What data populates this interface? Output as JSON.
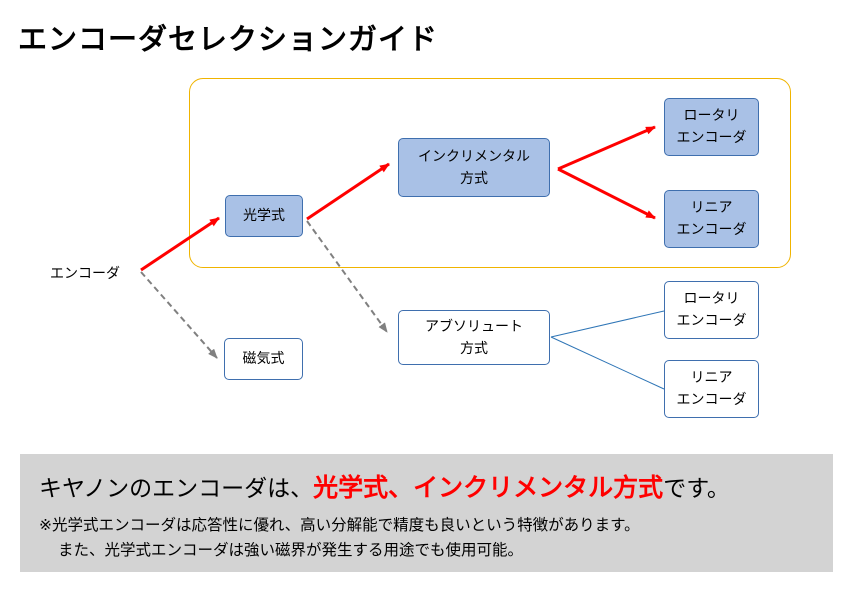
{
  "title": "エンコーダセレクションガイド",
  "colors": {
    "highlight_arrow": "#ff0000",
    "dashed_arrow": "#808080",
    "branch_line": "#2e75b6",
    "group_border": "#f0b400",
    "node_fill": "#a9c1e6",
    "info_background": "#d3d3d3"
  },
  "nodes": {
    "encoder": "エンコーダ",
    "optical": "光学式",
    "magnetic": "磁気式",
    "incremental": "インクリメンタル\n方式",
    "absolute": "アブソリュート\n方式",
    "inc_rotary": "ロータリ\nエンコーダ",
    "inc_linear": "リニア\nエンコーダ",
    "abs_rotary": "ロータリ\nエンコーダ",
    "abs_linear": "リニア\nエンコーダ"
  },
  "info": {
    "headline_pre": "キヤノンのエンコーダは、",
    "headline_accent": "光学式、インクリメンタル方式",
    "headline_post": "です。",
    "note_line1": "※光学式エンコーダは応答性に優れ、高い分解能で精度も良いという特徴があります。",
    "note_line2": "また、光学式エンコーダは強い磁界が発生する用途でも使用可能。"
  }
}
